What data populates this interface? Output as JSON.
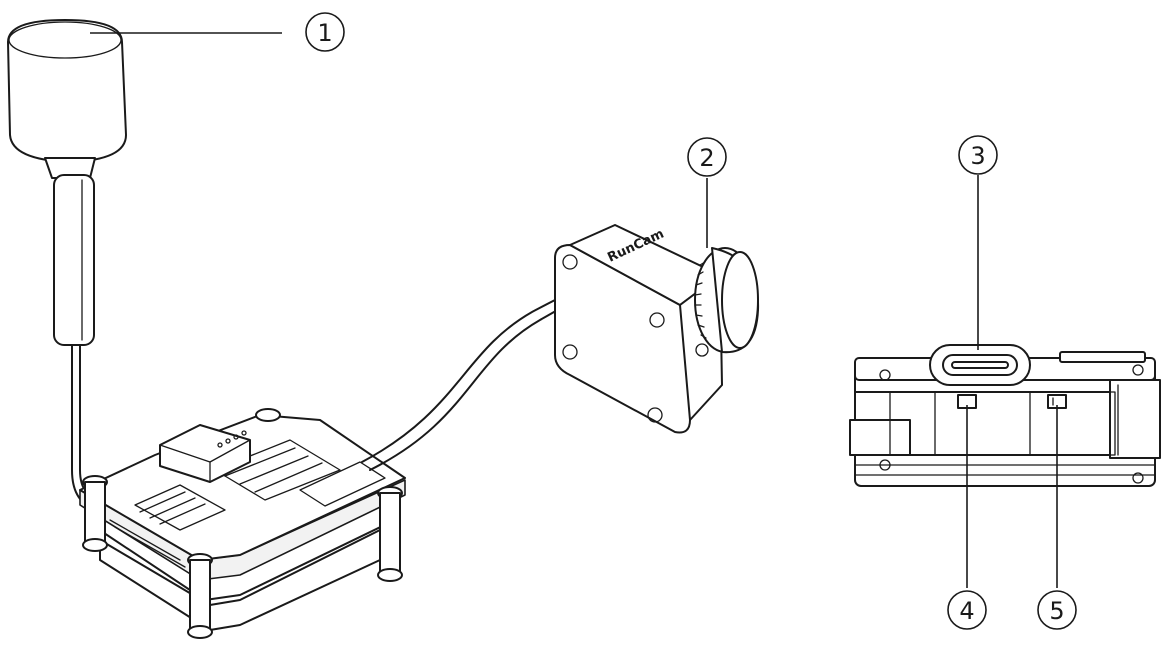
{
  "callouts": [
    {
      "id": "1",
      "label": "1"
    },
    {
      "id": "2",
      "label": "2"
    },
    {
      "id": "3",
      "label": "3"
    },
    {
      "id": "4",
      "label": "4"
    },
    {
      "id": "5",
      "label": "5"
    }
  ],
  "camera": {
    "brand_text": "RunCam"
  },
  "colors": {
    "line": "#1a1a1a",
    "background": "#ffffff"
  }
}
